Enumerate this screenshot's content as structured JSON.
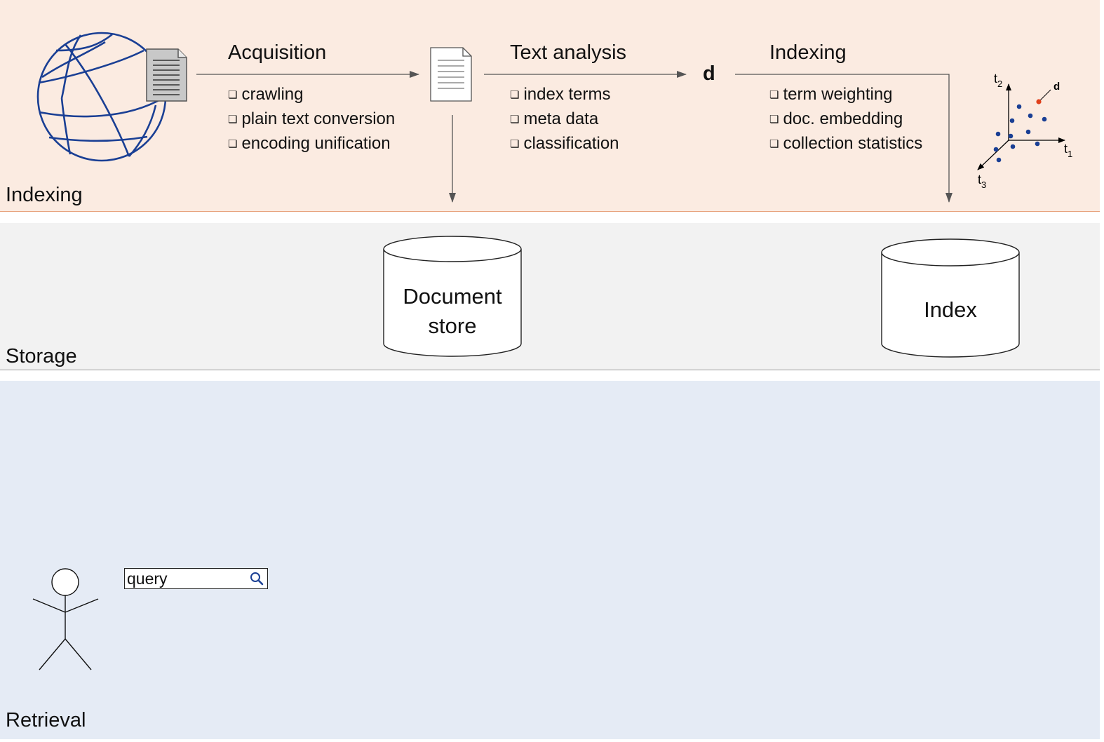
{
  "bands": {
    "indexing": "Indexing",
    "storage": "Storage",
    "retrieval": "Retrieval"
  },
  "stages": {
    "acquisition": {
      "title": "Acquisition",
      "items": [
        "crawling",
        "plain text conversion",
        "encoding unification"
      ]
    },
    "text_analysis": {
      "title": "Text analysis",
      "items": [
        "index terms",
        "meta data",
        "classification"
      ]
    },
    "indexing": {
      "title": "Indexing",
      "items": [
        "term weighting",
        "doc. embedding",
        "collection statistics"
      ]
    }
  },
  "document_symbol": "d",
  "stores": {
    "document_store": [
      "Document",
      "store"
    ],
    "index": "Index"
  },
  "vector_space": {
    "axis_t1": "t",
    "axis_t1_sub": "1",
    "axis_t2": "t",
    "axis_t2_sub": "2",
    "axis_t3": "t",
    "axis_t3_sub": "3",
    "doc_label": "d",
    "point_color": "#1a3f94",
    "doc_color": "#e0401c"
  },
  "search": {
    "query": "query",
    "icon": "search-icon"
  },
  "colors": {
    "indexing_band": "#fbebe1",
    "storage_band": "#f2f2f2",
    "retrieval_band": "#e5ebf5",
    "globe": "#1a3f94"
  }
}
